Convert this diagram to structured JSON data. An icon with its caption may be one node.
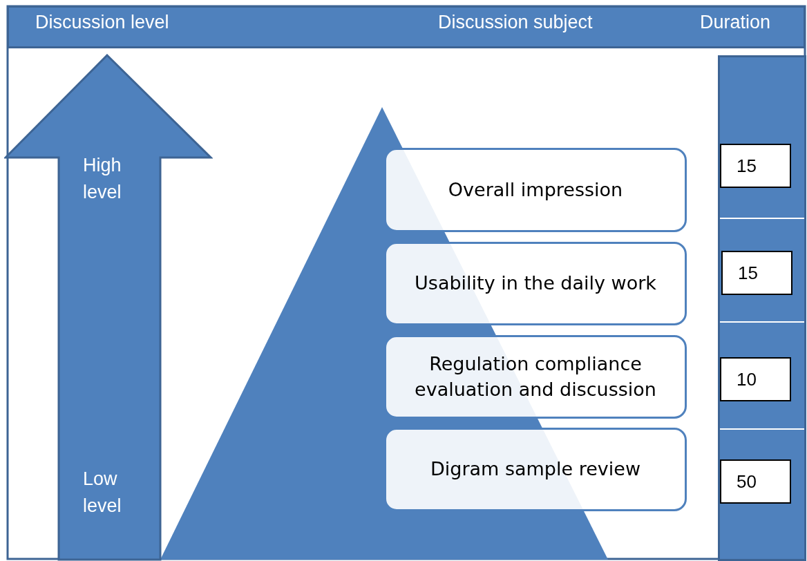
{
  "diagram": {
    "nodes": [
      {
        "text": [
          "Discussion level",
          "Discussion subject",
          "Duration"
        ]
      },
      {
        "text": [
          "High level",
          "Low level"
        ]
      },
      {
        "text": [
          "Overall impression"
        ]
      },
      {
        "text": [
          "Usability in the daily work"
        ]
      },
      {
        "text": [
          "Regulation compliance evaluation and discussion"
        ]
      },
      {
        "text": [
          "Digram sample review"
        ]
      },
      {
        "text": [],
        "shape": "bar"
      },
      {
        "text": [
          "15"
        ],
        "in": 6
      },
      {
        "text": [
          "15"
        ],
        "in": 6
      },
      {
        "text": [
          "10"
        ],
        "in": 6
      },
      {
        "text": [
          "50"
        ],
        "in": 6
      }
    ],
    "edges": []
  }
}
